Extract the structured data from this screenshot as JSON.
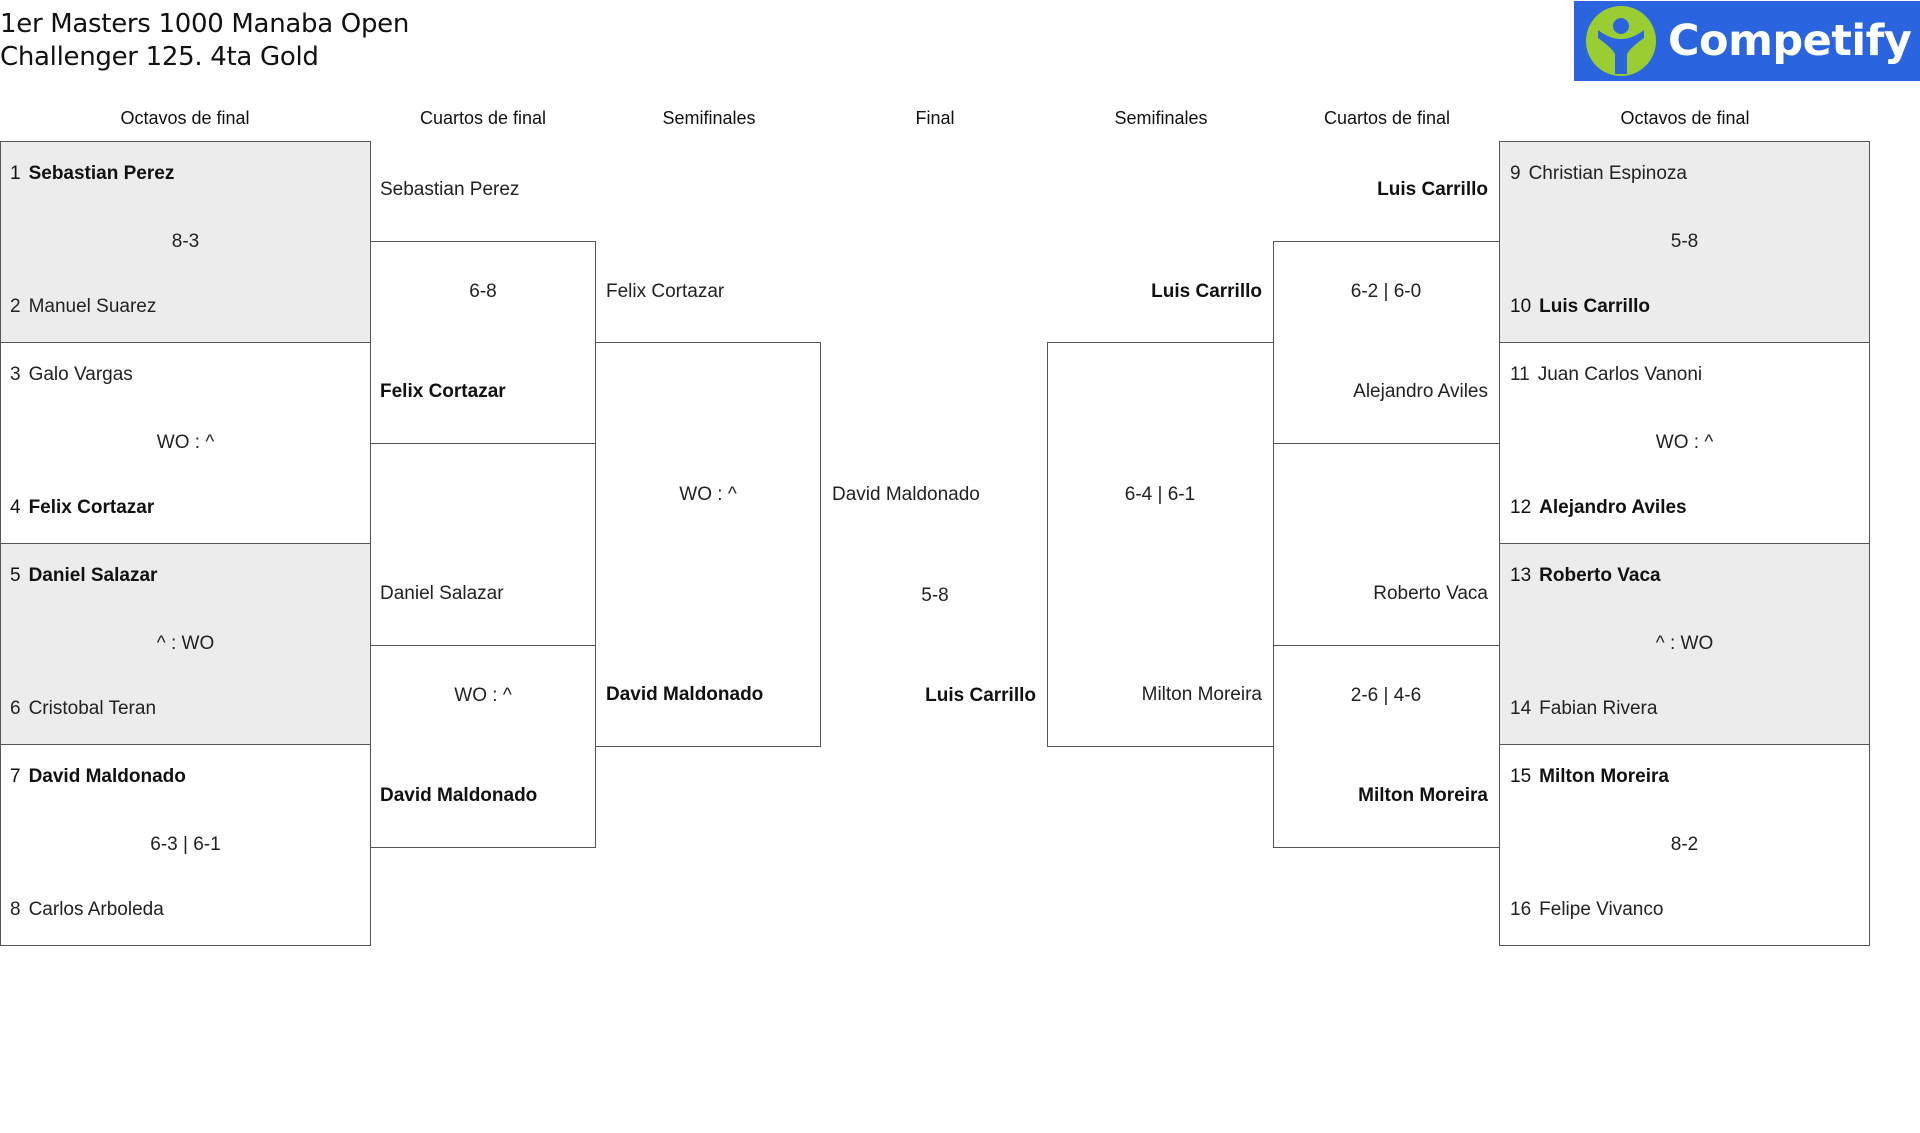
{
  "title": {
    "line1": "1er Masters 1000 Manaba Open",
    "line2": "Challenger 125. 4ta Gold"
  },
  "brand": {
    "name": "Competify",
    "color": "#2a65df",
    "icon": "competify-logo-icon",
    "icon_color": "#9acd32"
  },
  "headers": {
    "left_r16": "Octavos de final",
    "left_qf": "Cuartos de final",
    "left_sf": "Semifinales",
    "final": "Final",
    "right_sf": "Semifinales",
    "right_qf": "Cuartos de final",
    "right_r16": "Octavos de final"
  },
  "left_r16": [
    {
      "p1_seed": "1",
      "p1": "Sebastian Perez",
      "score": "8-3",
      "p2_seed": "2",
      "p2": "Manuel Suarez"
    },
    {
      "p1_seed": "3",
      "p1": "Galo Vargas",
      "score": "WO : ^",
      "p2_seed": "4",
      "p2": "Felix Cortazar"
    },
    {
      "p1_seed": "5",
      "p1": "Daniel Salazar",
      "score": "^ : WO",
      "p2_seed": "6",
      "p2": "Cristobal Teran"
    },
    {
      "p1_seed": "7",
      "p1": "David Maldonado",
      "score": "6-3 | 6-1",
      "p2_seed": "8",
      "p2": "Carlos Arboleda"
    }
  ],
  "left_qf": [
    {
      "p1": "Sebastian Perez",
      "score": "6-8",
      "p2": "Felix Cortazar"
    },
    {
      "p1": "Daniel Salazar",
      "score": "WO : ^",
      "p2": "David Maldonado"
    }
  ],
  "left_sf": {
    "p1": "Felix Cortazar",
    "score": "WO : ^",
    "p2": "David Maldonado"
  },
  "final": {
    "p1": "David Maldonado",
    "score": "5-8",
    "p2": "Luis Carrillo"
  },
  "right_sf": {
    "p1": "Luis Carrillo",
    "score": "6-4 | 6-1",
    "p2": "Milton Moreira"
  },
  "right_qf": [
    {
      "p1": "Luis Carrillo",
      "score": "6-2 | 6-0",
      "p2": "Alejandro Aviles"
    },
    {
      "p1": "Roberto Vaca",
      "score": "2-6 | 4-6",
      "p2": "Milton Moreira"
    }
  ],
  "right_r16": [
    {
      "p1_seed": "9",
      "p1": "Christian Espinoza",
      "score": "5-8",
      "p2_seed": "10",
      "p2": "Luis Carrillo"
    },
    {
      "p1_seed": "11",
      "p1": "Juan Carlos Vanoni",
      "score": "WO : ^",
      "p2_seed": "12",
      "p2": "Alejandro Aviles"
    },
    {
      "p1_seed": "13",
      "p1": "Roberto Vaca",
      "score": "^ : WO",
      "p2_seed": "14",
      "p2": "Fabian Rivera"
    },
    {
      "p1_seed": "15",
      "p1": "Milton Moreira",
      "score": "8-2",
      "p2_seed": "16",
      "p2": "Felipe Vivanco"
    }
  ]
}
